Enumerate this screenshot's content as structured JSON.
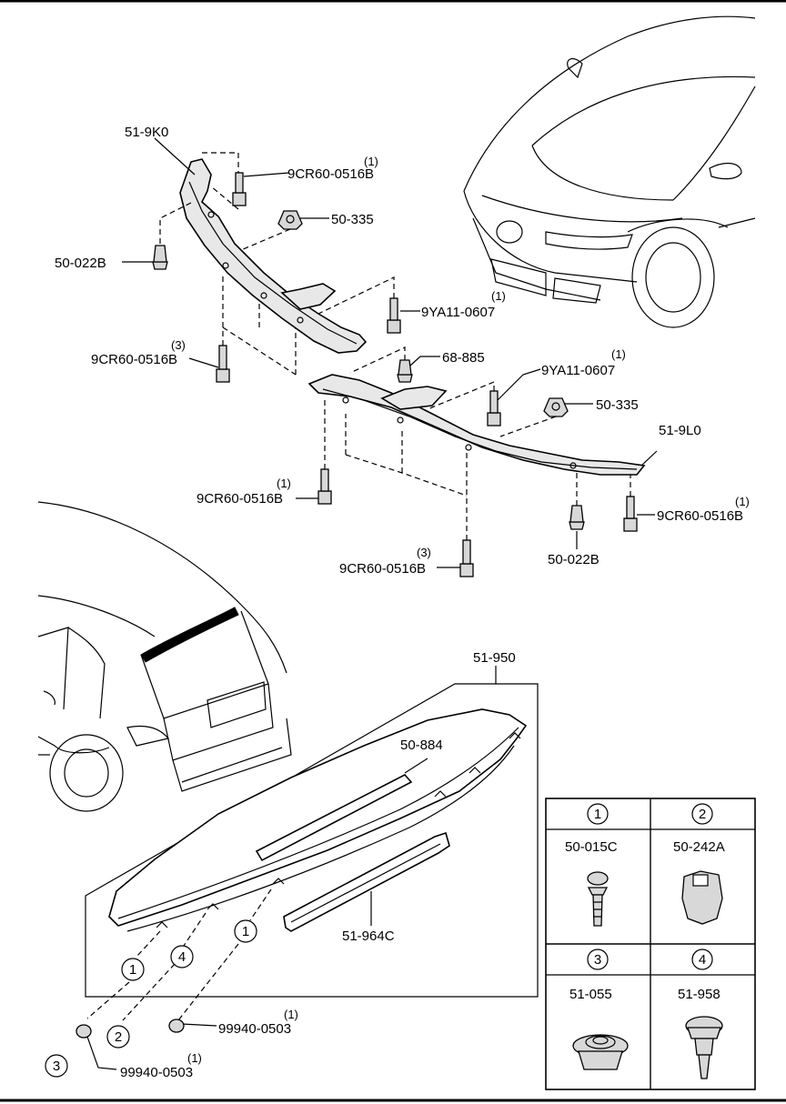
{
  "front_labels": {
    "bracket_left": "51-9K0",
    "bolt_top": "9CR60-0516B",
    "bolt_top_qty": "(1)",
    "nut_top": "50-335",
    "clip_left": "50-022B",
    "bolt_mid": "9YA11-0607",
    "bolt_mid_qty": "(1)",
    "bolt_left_low": "9CR60-0516B",
    "bolt_left_low_qty": "(3)",
    "clip_mid": "68-885",
    "bolt_mid2": "9YA11-0607",
    "bolt_mid2_qty": "(1)",
    "nut_right": "50-335",
    "bracket_right": "51-9L0",
    "bolt_bottom_left": "9CR60-0516B",
    "bolt_bottom_left_qty": "(1)",
    "bolt_right": "9CR60-0516B",
    "bolt_right_qty": "(1)",
    "clip_right": "50-022B",
    "bolt_bottom": "9CR60-0516B",
    "bolt_bottom_qty": "(3)"
  },
  "rear_labels": {
    "spoiler": "51-950",
    "seal": "50-884",
    "garnish": "51-964C",
    "washer_a": "99940-0503",
    "washer_a_qty": "(1)",
    "washer_b": "99940-0503",
    "washer_b_qty": "(1)"
  },
  "callouts": [
    "1",
    "4",
    "1",
    "2",
    "3"
  ],
  "legend": [
    {
      "num": "1",
      "part": "50-015C"
    },
    {
      "num": "2",
      "part": "50-242A"
    },
    {
      "num": "3",
      "part": "51-055"
    },
    {
      "num": "4",
      "part": "51-958"
    }
  ]
}
